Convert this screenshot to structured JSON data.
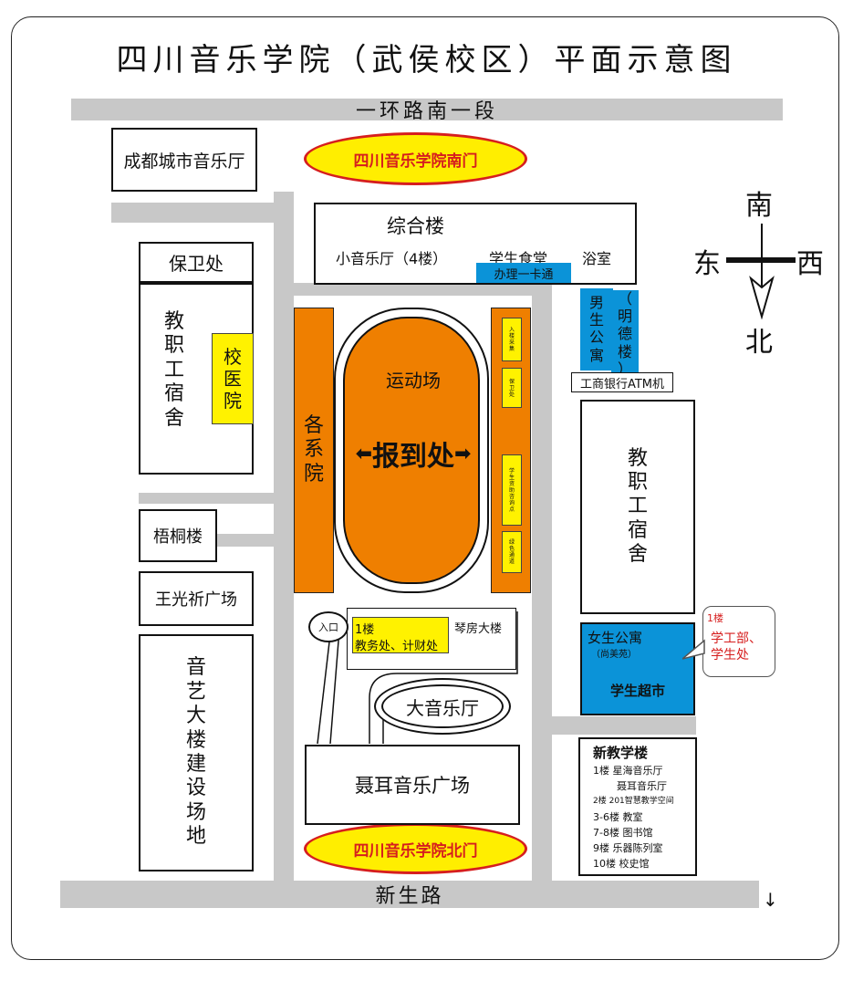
{
  "title": "四川音乐学院（武侯校区）平面示意图",
  "roads": {
    "north_road": "一环路南一段",
    "south_road": "新生路"
  },
  "gates": {
    "south_gate": "四川音乐学院南门",
    "north_gate": "四川音乐学院北门"
  },
  "compass": {
    "top": "南",
    "left": "东",
    "right": "西",
    "bottom": "北"
  },
  "buildings": {
    "concert_hall": "成都城市音乐厅",
    "zonghe": {
      "name": "综合楼",
      "hall": "小音乐厅（4楼）",
      "canteen": "学生食堂",
      "bath": "浴室",
      "card": "办理一卡通"
    },
    "security": "保卫处",
    "staff_west": "教职工宿舍",
    "clinic": "校医院",
    "departments": "各系院",
    "playground": "运动场",
    "checkin": "报到处",
    "booths": [
      "入楼采集",
      "保卫处",
      "学生资助咨询点",
      "绿色通道"
    ],
    "male_dorm": "男生公寓",
    "mingde": "（明德楼）",
    "atm": "工商银行ATM机",
    "staff_east": "教职工宿舍",
    "wutong": "梧桐楼",
    "wangguangqi": "王光祈广场",
    "yinyi": "音艺大楼建设场地",
    "entrance": "入口",
    "piano": {
      "floor": "1楼",
      "offices": "教务处、计财处",
      "name": "琴房大楼"
    },
    "grand_hall": "大音乐厅",
    "nieer": "聂耳音乐广场",
    "female_dorm": "女生公寓",
    "shangmei": "（尚美苑）",
    "market": "学生超市",
    "callout": {
      "floor": "1楼",
      "text": "学工部、学生处"
    },
    "teaching": {
      "title": "新教学楼",
      "lines": [
        "1楼 星海音乐厅",
        "聂耳音乐厅",
        "2楼  201智慧教学空间",
        "3-6楼 教室",
        "7-8楼 图书馆",
        "9楼 乐器陈列室",
        "10楼 校史馆"
      ]
    }
  }
}
